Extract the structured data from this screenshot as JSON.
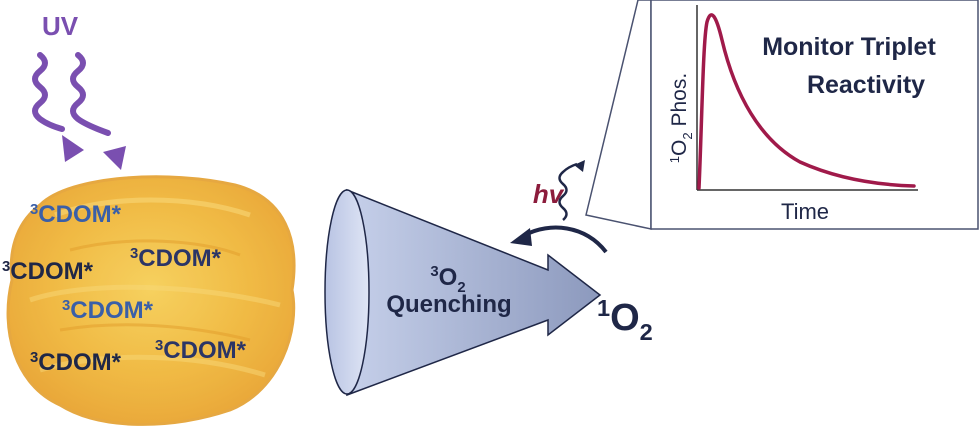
{
  "uv_label": "UV",
  "cdom": {
    "items": [
      {
        "sup": "3",
        "text": "CDOM*",
        "color": "#3a5fa8"
      },
      {
        "sup": "3",
        "text": "CDOM*",
        "color": "#2b3566"
      },
      {
        "sup": "3",
        "text": "CDOM*",
        "color": "#1f2747"
      },
      {
        "sup": "3",
        "text": "CDOM*",
        "color": "#3a5fa8"
      },
      {
        "sup": "3",
        "text": "CDOM*",
        "color": "#1f2747"
      },
      {
        "sup": "3",
        "text": "CDOM*",
        "color": "#2b3566"
      }
    ]
  },
  "funnel": {
    "sup": "3",
    "o": "O",
    "sub": "2",
    "label": "Quenching"
  },
  "product": {
    "sup": "1",
    "o": "O",
    "sub": "2"
  },
  "hv_label": "hv",
  "inset": {
    "title_line1": "Monitor Triplet",
    "title_line2": "Reactivity",
    "ylabel_sup": "1",
    "ylabel_o": "O",
    "ylabel_sub": "2",
    "ylabel_rest": " Phos.",
    "xlabel": "Time"
  },
  "colors": {
    "uv": "#7a4fb0",
    "curve": "#a01a4a",
    "text_dark": "#1f2747",
    "hv": "#8c1c3c"
  }
}
